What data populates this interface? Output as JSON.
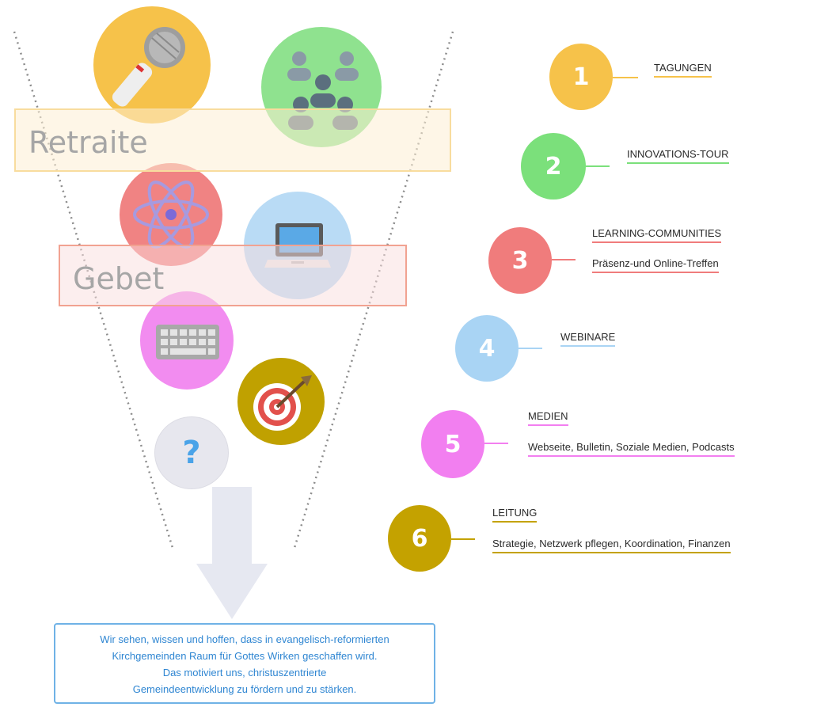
{
  "bands": {
    "retraite": "Retraite",
    "gebet": "Gebet"
  },
  "icons": [
    {
      "name": "microphone-icon",
      "color": "#f6c24a"
    },
    {
      "name": "people-group-icon",
      "color": "#8fe28f"
    },
    {
      "name": "atom-icon",
      "color": "#f08383"
    },
    {
      "name": "laptop-icon",
      "color": "#b9dbf5"
    },
    {
      "name": "keyboard-icon",
      "color": "#f28cf0"
    },
    {
      "name": "target-icon",
      "color": "#c0a100"
    },
    {
      "name": "question-mark-icon",
      "color": "#e7e7ee"
    }
  ],
  "question_mark": "?",
  "items": [
    {
      "number": "1",
      "title": "TAGUNGEN",
      "subtitle": "",
      "color": "#f6c24a"
    },
    {
      "number": "2",
      "title": "INNOVATIONS-TOUR",
      "subtitle": "",
      "color": "#7be07b"
    },
    {
      "number": "3",
      "title": "LEARNING-COMMUNITIES",
      "subtitle": "Präsenz-und Online-Treffen",
      "color": "#f07c7c"
    },
    {
      "number": "4",
      "title": "WEBINARE",
      "subtitle": "",
      "color": "#a9d4f4"
    },
    {
      "number": "5",
      "title": "MEDIEN",
      "subtitle": "Webseite, Bulletin, Soziale Medien, Podcasts",
      "color": "#f27ff0"
    },
    {
      "number": "6",
      "title": "LEITUNG",
      "subtitle": "Strategie, Netzwerk  pflegen, Koordination, Finanzen",
      "color": "#c4a200"
    }
  ],
  "vision": {
    "line1": "Wir sehen, wissen und hoffen, dass in evangelisch-reformierten",
    "line2": "Kirchgemeinden Raum für Gottes Wirken geschaffen wird.",
    "line3": "Das motiviert uns, christuszentrierte",
    "line4": "Gemeindeentwicklung zu fördern und zu stärken."
  }
}
